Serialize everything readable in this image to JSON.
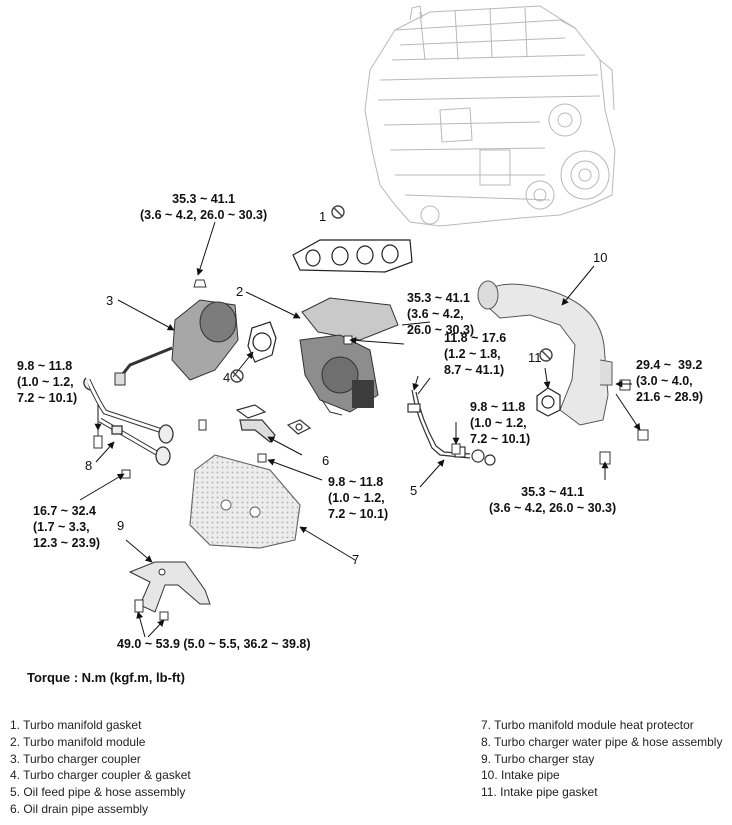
{
  "torque_specs": {
    "t_manifold_top": "35.3 ~ 41.1\n(3.6 ~ 4.2, 26.0 ~ 30.3)",
    "t_manifold_right": "35.3 ~ 41.1\n(3.6 ~ 4.2,\n26.0 ~ 30.3)",
    "t_oilfeed_top": "11.8 ~ 17.6\n(1.2 ~ 1.8,\n8.7 ~ 41.1)",
    "t_oilfeed_mid": "9.8 ~ 11.8\n(1.0 ~ 1.2,\n7.2 ~ 10.1)",
    "t_intake_right": "29.4 ~  39.2\n(3.0 ~ 4.0,\n21.6 ~ 28.9)",
    "t_intake_bottom": "35.3 ~ 41.1\n(3.6 ~ 4.2, 26.0 ~ 30.3)",
    "t_waterpipe_left": "9.8 ~ 11.8\n(1.0 ~ 1.2,\n7.2 ~ 10.1)",
    "t_drain": "9.8 ~ 11.8\n(1.0 ~ 1.2,\n7.2 ~ 10.1)",
    "t_protector": "16.7 ~ 32.4\n(1.7 ~ 3.3,\n12.3 ~ 23.9)",
    "t_stay": "49.0 ~ 53.9 (5.0 ~ 5.5, 36.2 ~ 39.8)"
  },
  "callouts": {
    "c1": "1",
    "c2": "2",
    "c3": "3",
    "c4": "4",
    "c5": "5",
    "c6": "6",
    "c7": "7",
    "c8": "8",
    "c9": "9",
    "c10": "10",
    "c11": "11"
  },
  "torque_unit": "Torque : N.m (kgf.m, lb-ft)",
  "legend_left": [
    "1. Turbo manifold gasket",
    "2. Turbo manifold module",
    "3. Turbo charger coupler",
    "4. Turbo charger coupler & gasket",
    "5. Oil feed pipe & hose assembly",
    "6. Oil drain pipe assembly"
  ],
  "legend_right": [
    "7. Turbo manifold module heat protector",
    "8. Turbo charger water pipe & hose assembly",
    "9. Turbo charger stay",
    "10. Intake pipe",
    "11. Intake pipe gasket"
  ]
}
